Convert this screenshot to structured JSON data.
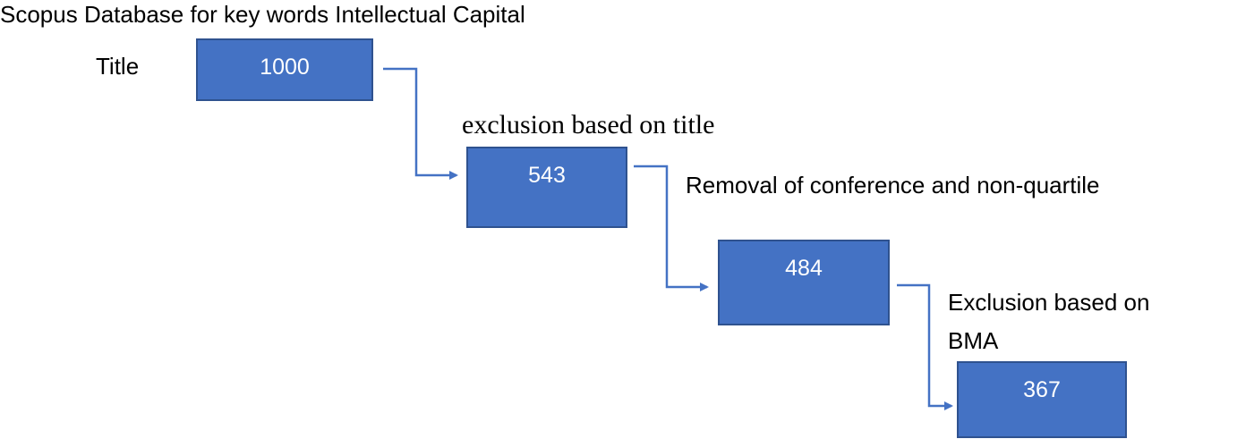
{
  "diagram": {
    "heading": "Scopus Database for key words Intellectual Capital",
    "stage_label": "Title",
    "steps": [
      {
        "count": "1000"
      },
      {
        "count": "543",
        "label": "exclusion based on title"
      },
      {
        "count": "484",
        "label": "Removal of conference and non-quartile"
      },
      {
        "count": "367",
        "label_line1": "Exclusion based on",
        "label_line2": "BMA"
      }
    ],
    "colors": {
      "box_fill": "#4472c4",
      "box_border": "#2f528f",
      "connector": "#4472c4"
    }
  }
}
